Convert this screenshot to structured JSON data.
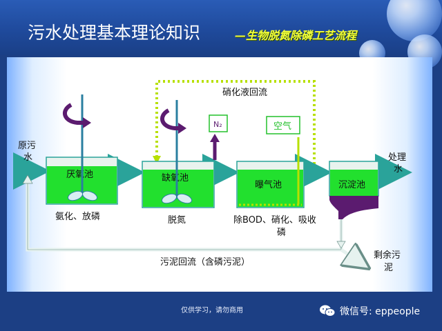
{
  "header": {
    "title": "污水处理基本理论知识",
    "subtitle": "—生物脱氮除磷工艺流程"
  },
  "diagram": {
    "inflow_label_line1": "原污",
    "inflow_label_line2": "水",
    "outflow_label_line1": "处理",
    "outflow_label_line2": "水",
    "recycle_label": "硝化液回流",
    "n2_label": "N₂",
    "air_label": "空气",
    "tanks": [
      {
        "name": "厌氧池",
        "caption": "氨化、放磷"
      },
      {
        "name": "缺氧池",
        "caption": "脱氮"
      },
      {
        "name": "曝气池",
        "caption_line1": "除BOD、硝化、吸收",
        "caption_line2": "磷"
      },
      {
        "name": "沉淀池"
      }
    ],
    "sludge_return_label": "污泥回流（含磷污泥）",
    "excess_sludge_line1": "剩余污",
    "excess_sludge_line2": "泥"
  },
  "colors": {
    "tank_green": "#22e02e",
    "pipe_teal": "#2aa39a",
    "dotted_recycle": "#b7e000",
    "sludge_purple": "#5b1b6f"
  },
  "footer": {
    "note": "仅供学习，请勿商用",
    "wechat": "微信号: eppeople"
  }
}
